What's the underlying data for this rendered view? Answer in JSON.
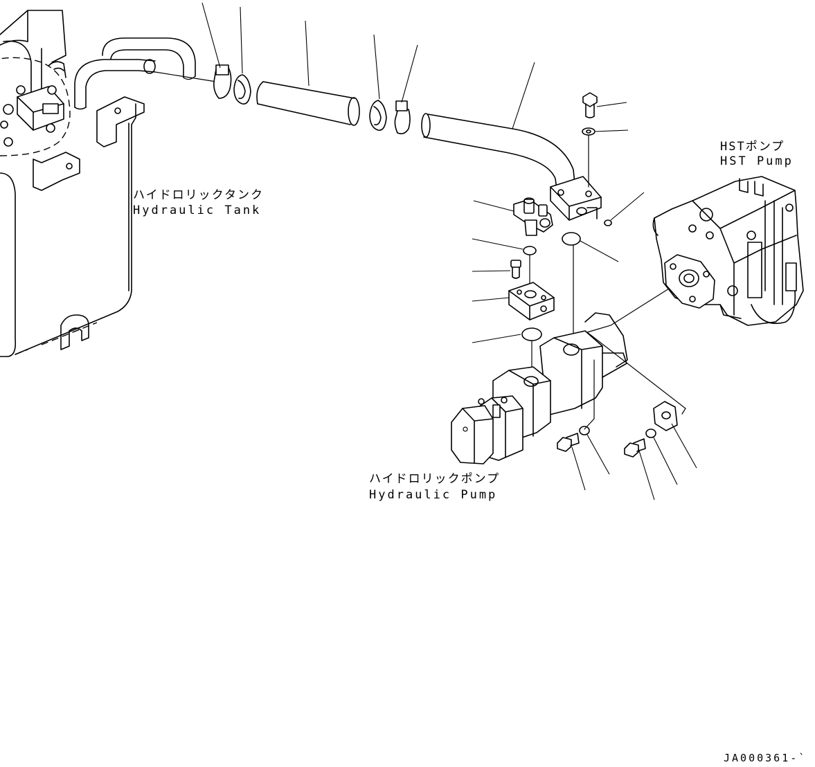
{
  "labels": {
    "hydraulic_tank_jp": "ハイドロリックタンク",
    "hydraulic_tank_en": "Hydraulic Tank",
    "hst_pump_jp": "HSTポンプ",
    "hst_pump_en": "HST Pump",
    "hydraulic_pump_jp": "ハイドロリックポンプ",
    "hydraulic_pump_en": "Hydraulic Pump",
    "drawing_code": "JA000361-`"
  },
  "colors": {
    "line": "#000000",
    "background": "#ffffff"
  }
}
